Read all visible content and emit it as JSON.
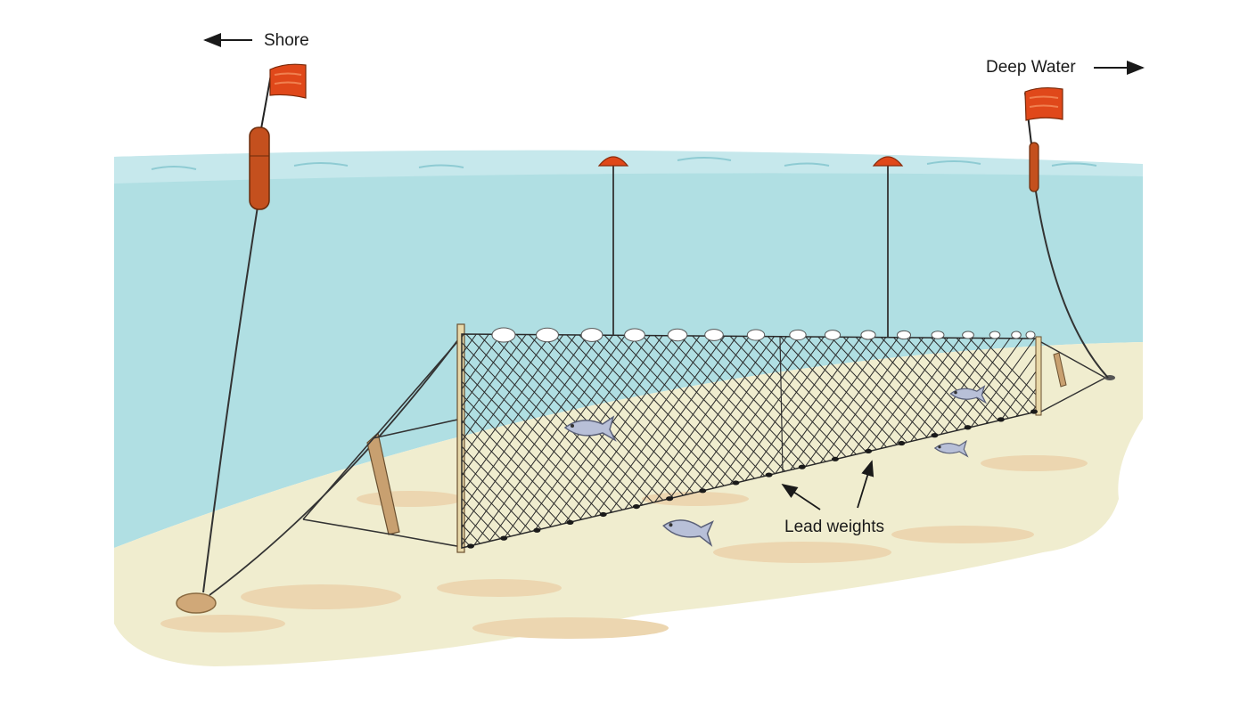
{
  "labels": {
    "shore": "Shore",
    "deep_water": "Deep Water",
    "lead_weights": "Lead weights"
  },
  "colors": {
    "water": "#b0dfe3",
    "water_surface": "#c6e8ec",
    "sand": "#f0edcf",
    "sand_patch": "#ecd6b0",
    "flag": "#e0481a",
    "buoy": "#c4501e",
    "net": "#2a2a2a",
    "float": "#ffffff",
    "fish": "#b8c0d8",
    "stake": "#c8a070",
    "anchor_rock": "#d0a878"
  },
  "icons": {
    "flag": "flag-icon",
    "fish": "fish-icon",
    "arrow": "arrow-icon"
  }
}
